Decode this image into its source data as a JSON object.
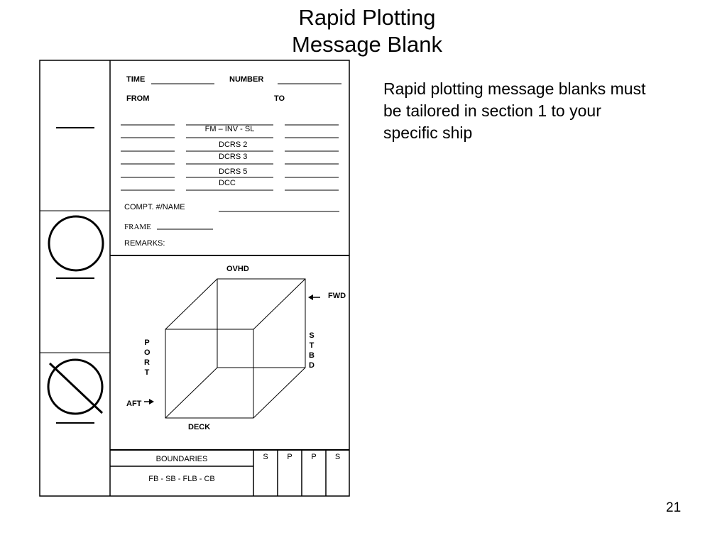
{
  "slide": {
    "title_line1": "Rapid Plotting",
    "title_line2": "Message Blank",
    "body_text": "Rapid plotting message blanks must be tailored in section 1 to your specific ship",
    "page_number": "21"
  },
  "form": {
    "time_label": "TIME",
    "number_label": "NUMBER",
    "from_label": "FROM",
    "to_label": "TO",
    "stations": [
      "FM – INV - SL",
      "DCRS 2",
      "DCRS 3",
      "DCRS 5",
      "DCC"
    ],
    "compt_label": "COMPT.  #/NAME",
    "frame_label": "FRAME",
    "remarks_label": "REMARKS:",
    "ovhd": "OVHD",
    "fwd": "FWD",
    "stbd": [
      "S",
      "T",
      "B",
      "D"
    ],
    "port": [
      "P",
      "O",
      "R",
      "T"
    ],
    "aft": "AFT",
    "deck": "DECK",
    "boundaries_label": "BOUNDARIES",
    "boundaries_codes": "FB  -  SB  -  FLB  -  CB",
    "boundary_columns": [
      "S",
      "P",
      "P",
      "S"
    ]
  }
}
